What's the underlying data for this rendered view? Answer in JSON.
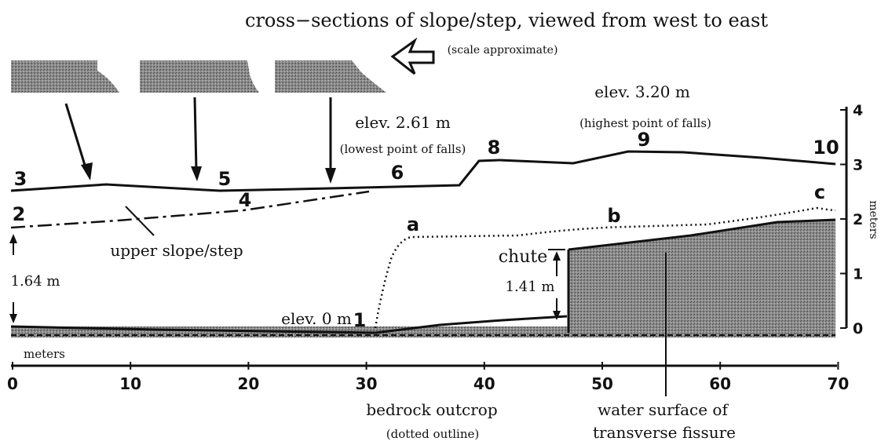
{
  "title": "cross−sections of slope/step, viewed from west to east",
  "scale_note": "(scale approximate)",
  "elev_high": "elev. 3.20 m",
  "elev_high_note": "(highest point of falls)",
  "elev_low": "elev. 2.61 m",
  "elev_low_note": "(lowest point of falls)",
  "elev_zero": "elev. 0 m",
  "upper_slope_label": "upper slope/step",
  "chute_label": "chute",
  "chute_height": "1.41 m",
  "left_height": "1.64 m",
  "x_unit_label": "meters",
  "y_unit_label": "meters",
  "bedrock_label": "bedrock outcrop",
  "bedrock_note": "(dotted outline)",
  "fissure_label_1": "water surface of",
  "fissure_label_2": "transverse fissure",
  "points": [
    "1",
    "2",
    "3",
    "4",
    "5",
    "6",
    "8",
    "9",
    "10"
  ],
  "letters": [
    "a",
    "b",
    "c"
  ],
  "x_ticks": [
    "0",
    "10",
    "20",
    "30",
    "40",
    "50",
    "60",
    "70"
  ],
  "y_ticks": [
    "0",
    "1",
    "2",
    "3",
    "4"
  ],
  "colors": {
    "ink": "#111111",
    "stipple": "#7a7a7a"
  }
}
